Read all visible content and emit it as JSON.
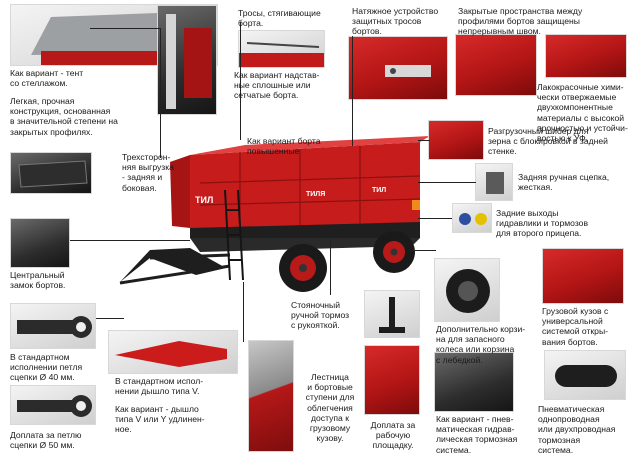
{
  "labels": {
    "tent": "Как вариант - тент\nсо стеллажом.",
    "light_construction": "Легкая, прочная\nконструкция, основанная\nв значительной степени на\nзакрытых профилях.",
    "cables": "Тросы, стягивающие\nборта.",
    "tensioner": "Натяжное устройство\nзащитных тросов\nбортов.",
    "closed_spaces": "Закрытые пространства между\nпрофилями бортов защищены\nнепрерывным швом.",
    "paint": "Лакокрасочные хими-\nчески отвержаемые\nдвухкомпонентные\nматериалы с высокой\nпрочностью и устойчи-\nвостью к УФ.",
    "extension_sides": "Как вариант надстав-\nные сплошные или\nсетчатые борта.",
    "three_side_unload": "Трехсторон-\nняя выгрузка\n- задняя и\nбоковая.",
    "raised_sides": "Как вариант борта\nповышенные",
    "grain_gate": "Разгрузочный шибер для\nзерна с блокировкой в задней\nстенке.",
    "rear_hitch": "Задняя ручная сцепка,\nжесткая.",
    "hydraulic_outputs": "Задние выходы\nгидравлики и тормозов\nдля второго прицепа.",
    "central_lock": "Центральный\nзамок бортов.",
    "parking_brake": "Стояночный\nручной тормоз\nс рукояткой.",
    "spare_wheel": "Дополнительно корзи-\nна для запасного\nколеса или корзина\nс лебедкой.",
    "body_system": "Грузовой кузов с\nуниверсальной\nсистемой откры-\nвания бортов.",
    "std_eye": "В стандартном\nисполнении петля\nсцепки Ø 40 мм.",
    "std_drawbar": "В стандартном испол-\nнении дышло типа V.",
    "drawbar_option": "Как вариант - дышло\nтипа V или Y удлинен-\nное.",
    "ladder": "Лестница\nи бортовые\nступени для\nоблегчения\nдоступа к\nгрузовому\nкузову.",
    "platform": "Доплата за\nрабочую\nплощадку.",
    "pneumatic_option": "Как вариант - пнев-\nматическая гидрав-\nлическая тормозная\nсистема.",
    "pneumatic_system": "Пневматическая\nоднопроводная\nили двухпроводная\nтормозная\nсистема.",
    "eye_50": "Доплата за петлю\nсцепки Ø 50 мм."
  },
  "trailer": {
    "brand_left": "ТИЛ",
    "brand_side": "ТИЛЯ",
    "brand_right": "ТИЛ"
  },
  "colors": {
    "trailer_red": "#c61c1c",
    "chassis_black": "#1c1c1c",
    "leader_line": "#222222"
  }
}
